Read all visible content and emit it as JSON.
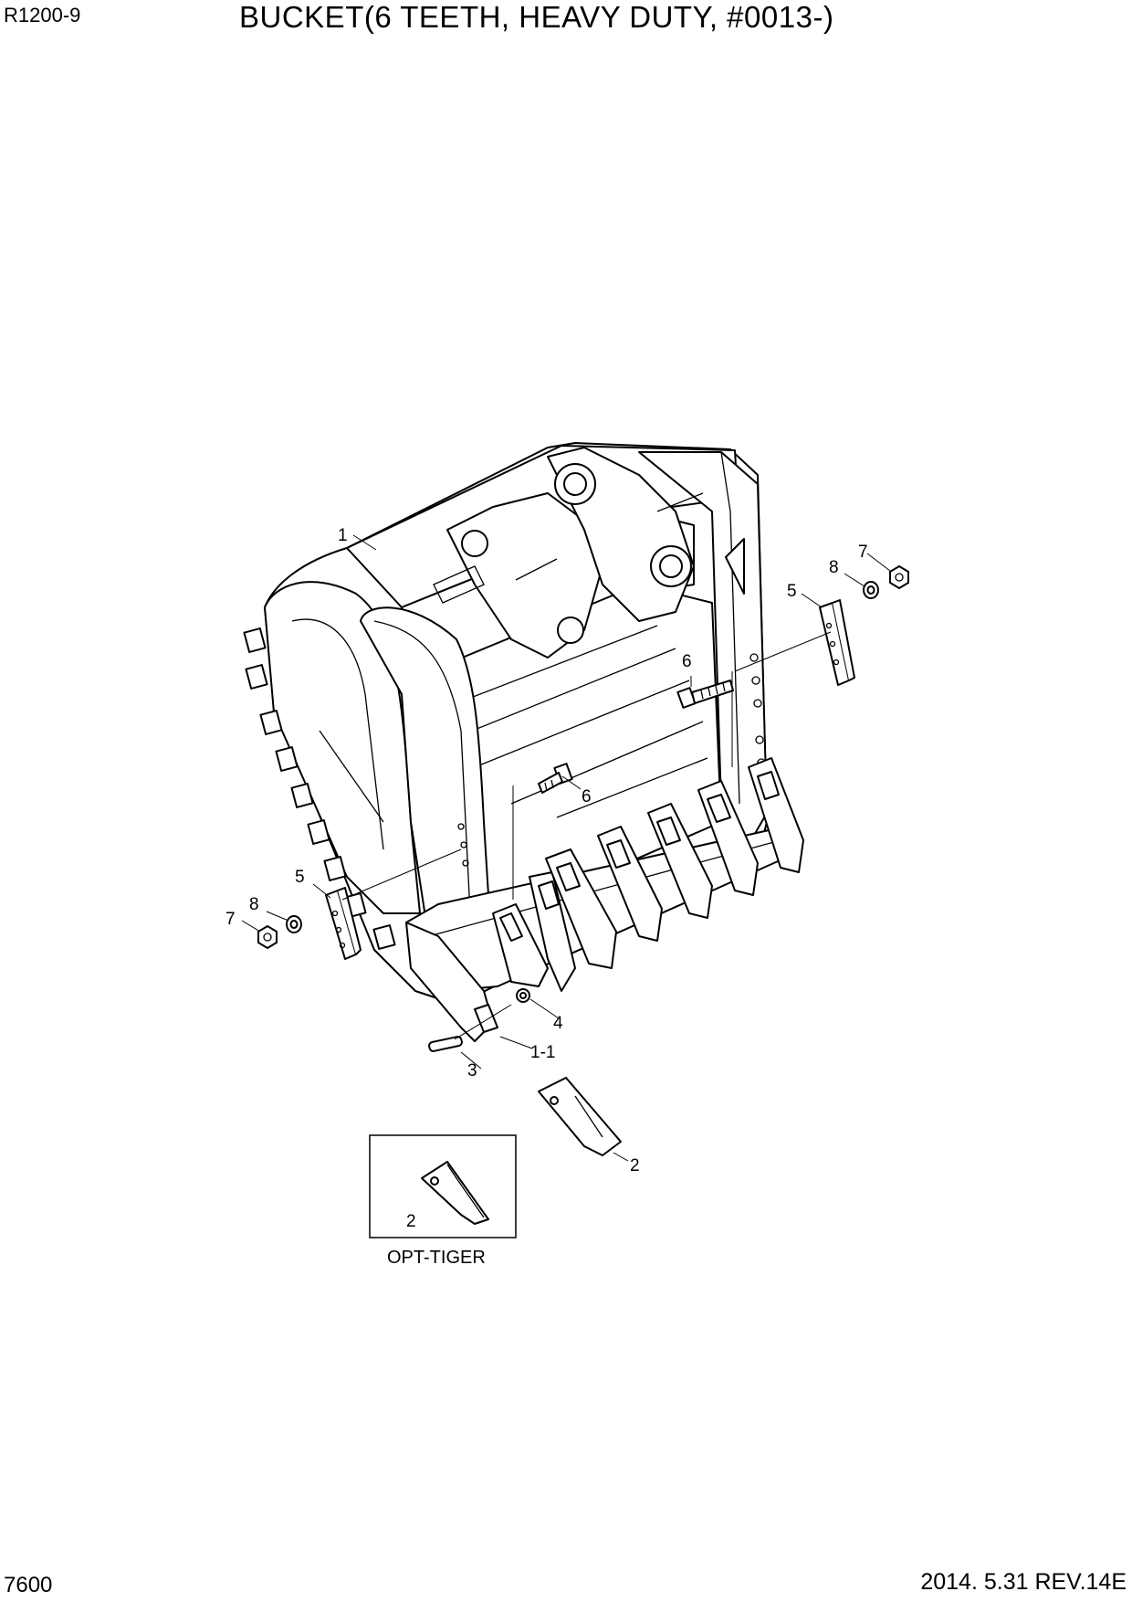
{
  "header": {
    "model": "R1200-9",
    "title": "BUCKET(6 TEETH, HEAVY DUTY, #0013-)"
  },
  "footer": {
    "page_number": "7600",
    "date_revision": "2014. 5.31  REV.14E"
  },
  "callouts": {
    "c1": "1",
    "c1_1": "1-1",
    "c2_tooth": "2",
    "c2_opt": "2",
    "c3": "3",
    "c4": "4",
    "c5_left": "5",
    "c5_right": "5",
    "c6_upper": "6",
    "c6_lower": "6",
    "c7_left": "7",
    "c7_right": "7",
    "c8_left": "8",
    "c8_right": "8"
  },
  "option_box": {
    "label": "OPT-TIGER"
  }
}
